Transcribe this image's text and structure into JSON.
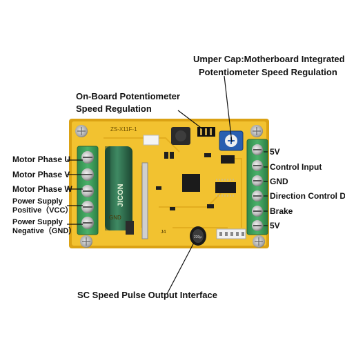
{
  "annotations": {
    "top_right_line1": "Umper Cap:Motherboard Integrated",
    "top_right_line2": "Potentiometer Speed Regulation",
    "onboard_line1": "On-Board Potentiometer",
    "onboard_line2": "Speed Regulation",
    "bottom": "SC Speed Pulse Output Interface"
  },
  "left_terminals": {
    "phase_u": "Motor Phase U",
    "phase_v": "Motor Phase V",
    "phase_w": "Motor Phase W",
    "vcc_line1": "Power Supply",
    "vcc_line2": "Positive（VCC）",
    "gnd_line1": "Power Supply",
    "gnd_line2": "Negative（GND）"
  },
  "right_terminals": {
    "t1": "5V",
    "t2": "Control Input",
    "t3": "GND",
    "t4": "Direction Control DIR",
    "t5": "Brake",
    "t6": "5V"
  },
  "board_print": {
    "model": "ZS-X11F-1",
    "cap_brand": "JICON",
    "gnd_silk": "GND",
    "jumper_silk": "J4",
    "cap_value": "220μ"
  },
  "colors": {
    "pcb": "#f2c230",
    "pcb_edge": "#dba214",
    "terminal_green": "#3f9f5c",
    "capacitor": "#2f6b4b",
    "chip": "#1b1b1b",
    "pot_blue": "#2a5fb0"
  }
}
